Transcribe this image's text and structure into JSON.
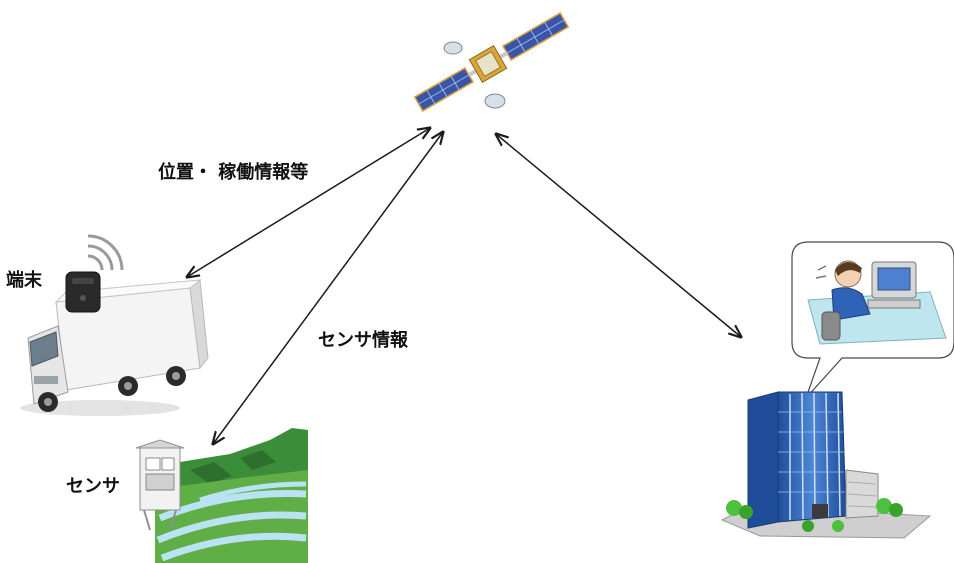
{
  "labels": {
    "data_flow": "位置・ 稼働情報等",
    "terminal": "端末",
    "sensor_info": "センサ情報",
    "sensor": "センサ"
  },
  "colors": {
    "arrow": "#1a1a1a",
    "solar_panel": "#3a55a8",
    "building_glass": "#2e63b8",
    "truck_body": "#f2f2f2",
    "field_green": "#5fae46",
    "mountain_green": "#3c8d3a",
    "speech_bubble": "#ffffff"
  },
  "icons": [
    "satellite-icon",
    "truck-icon",
    "terminal-device-icon",
    "wifi-signal-icon",
    "sensor-station-icon",
    "rice-terrace-icon",
    "office-building-icon",
    "operator-at-computer-icon",
    "speech-bubble"
  ]
}
